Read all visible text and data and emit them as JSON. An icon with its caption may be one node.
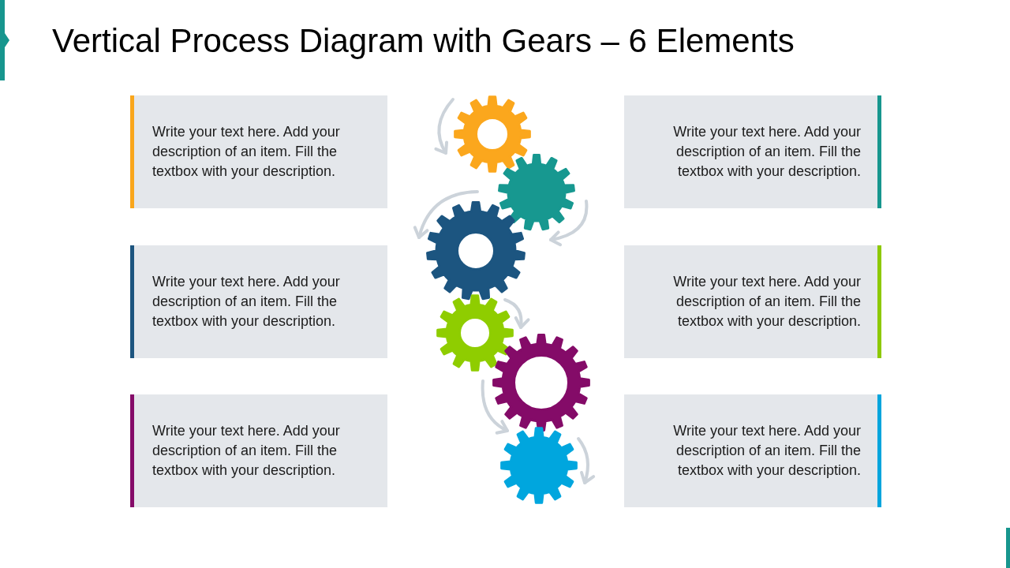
{
  "diagram": {
    "title": "Vertical Process Diagram with Gears – 6 Elements",
    "nodes": [
      {
        "text": [
          "Write your text here. Add your description of an item. Fill the textbox with your description."
        ]
      },
      {
        "text": [
          "Write your text here. Add your description of an item. Fill the textbox with your description."
        ]
      },
      {
        "text": [
          "Write your text here. Add your description of an item. Fill the textbox with your description."
        ]
      },
      {
        "text": [
          "Write your text here. Add your description of an item. Fill the textbox with your description."
        ]
      },
      {
        "text": [
          "Write your text here. Add your description of an item. Fill the textbox with your description."
        ]
      },
      {
        "text": [
          "Write your text here. Add your description of an item. Fill the textbox with your description."
        ]
      },
      {
        "text": [],
        "shape": "gear"
      },
      {
        "text": [],
        "shape": "gear"
      },
      {
        "text": [],
        "shape": "gear"
      },
      {
        "text": [],
        "shape": "gear"
      },
      {
        "text": [],
        "shape": "gear"
      },
      {
        "text": [],
        "shape": "gear"
      }
    ]
  }
}
